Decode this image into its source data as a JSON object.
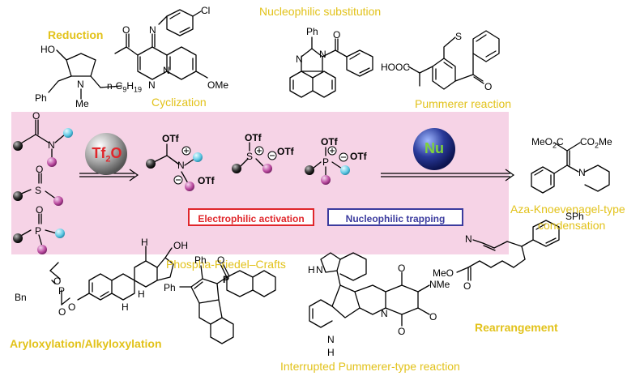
{
  "labels": {
    "reduction": "Reduction",
    "cyclization": "Cyclization",
    "nucleophilic_substitution": "Nucleophilic substitution",
    "pummerer": "Pummerer reaction",
    "aza_line1": "Aza-Knoevenagel-type",
    "aza_line2": "condensation",
    "phospha": "Phospha-Friedel–Crafts",
    "aryloxylation": "Aryloxylation/Alkyloxylation",
    "interrupted": "Interrupted Pummerer-type reaction",
    "rearrangement": "Rearrangement",
    "electrophilic": "Electrophilic activation",
    "nucleophilic_trapping": "Nucleophilic trapping"
  },
  "reagents": {
    "tf2o": "Tf",
    "tf2o_sub": "2",
    "tf2o_o": "O",
    "nu": "Nu"
  },
  "atoms": {
    "O": "O",
    "N": "N",
    "S": "S",
    "P": "P",
    "H": "H",
    "Cl": "Cl",
    "OTf": "OTf",
    "OMe": "OMe",
    "Me": "Me",
    "NMe": "NMe",
    "Ph": "Ph",
    "HO": "HO",
    "OH": "OH",
    "Bn": "Bn",
    "HOOC": "HOOC",
    "MeO2C": "MeO",
    "CO2Me": "CO",
    "sub2": "2",
    "Me_end": "Me",
    "MeO_ester": "MeO",
    "SPh": "SPh",
    "nonyl": "n-C",
    "nonyl_sub": "9",
    "nonyl_h": "H",
    "nonyl_hsub": "19",
    "H_N": "H",
    "N_H": "N"
  },
  "colors": {
    "band": "#f6d3e6",
    "gold": "#e2c21a",
    "red": "#e0262b",
    "blue": "#3b3b9e",
    "nu_green": "#7fd33a",
    "cyan": "#6fcfe6",
    "magenta": "#c24fa8"
  }
}
